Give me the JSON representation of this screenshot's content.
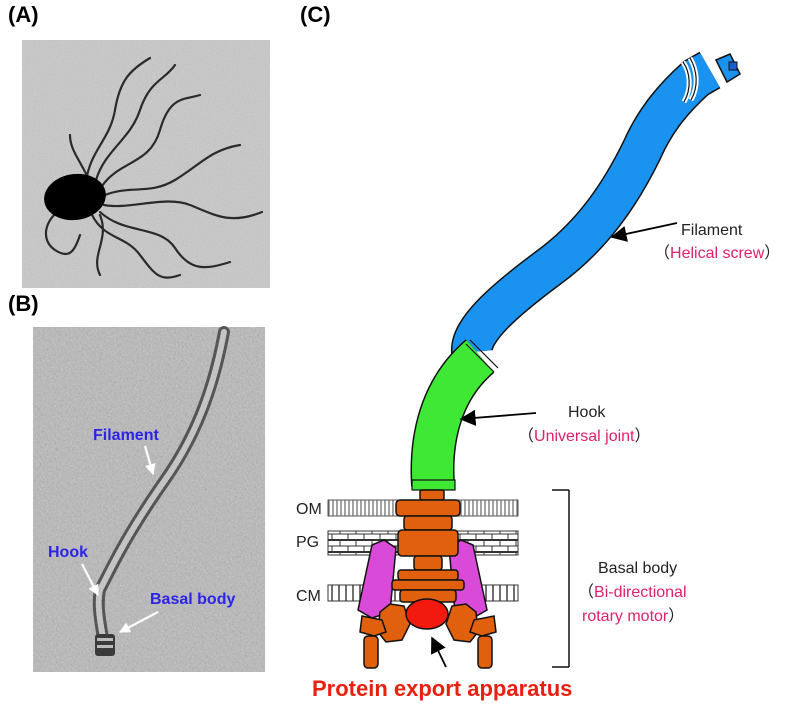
{
  "panels": {
    "a": "(A)",
    "b": "(B)",
    "c": "(C)"
  },
  "micrograph_b": {
    "filament": "Filament",
    "hook": "Hook",
    "basal_body": "Basal body"
  },
  "diagram_c": {
    "filament": "Filament",
    "filament_role": "Helical screw",
    "hook": "Hook",
    "hook_role": "Universal joint",
    "basal_body": "Basal body",
    "basal_role_line1": "Bi-directional",
    "basal_role_line2": "rotary motor",
    "om": "OM",
    "pg": "PG",
    "cm": "CM",
    "export_apparatus": "Protein export apparatus",
    "paren_open": "（",
    "paren_close": "）"
  },
  "colors": {
    "filament": "#1a93f0",
    "hook": "#3ee834",
    "basal_body": "#e0600e",
    "stator": "#d94ad9",
    "export": "#f21a0f",
    "pink_text": "#e0206a",
    "blue_text": "#2c24e6"
  }
}
